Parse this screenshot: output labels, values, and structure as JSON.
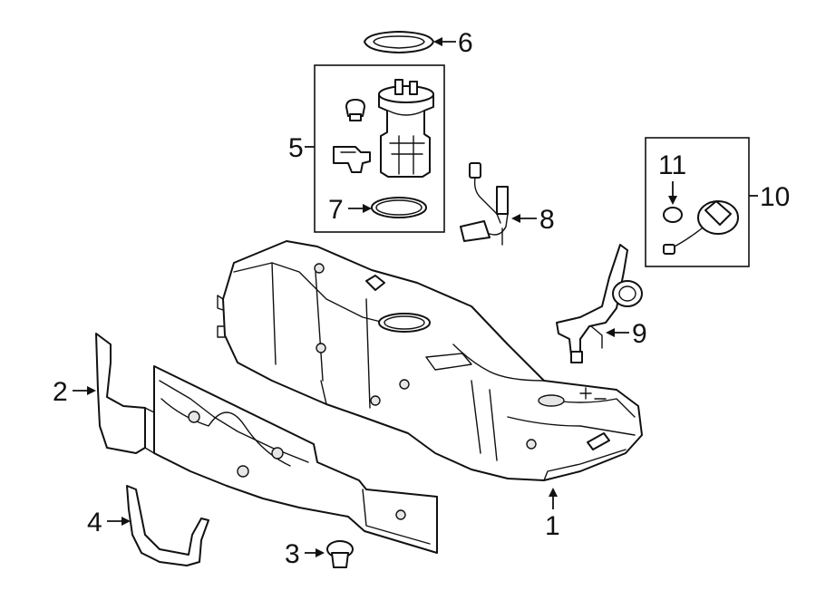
{
  "callouts": {
    "c1": "1",
    "c2": "2",
    "c3": "3",
    "c4": "4",
    "c5": "5",
    "c6": "6",
    "c7": "7",
    "c8": "8",
    "c9": "9",
    "c10": "10",
    "c11": "11"
  },
  "colors": {
    "line": "#111111",
    "background": "#ffffff"
  }
}
